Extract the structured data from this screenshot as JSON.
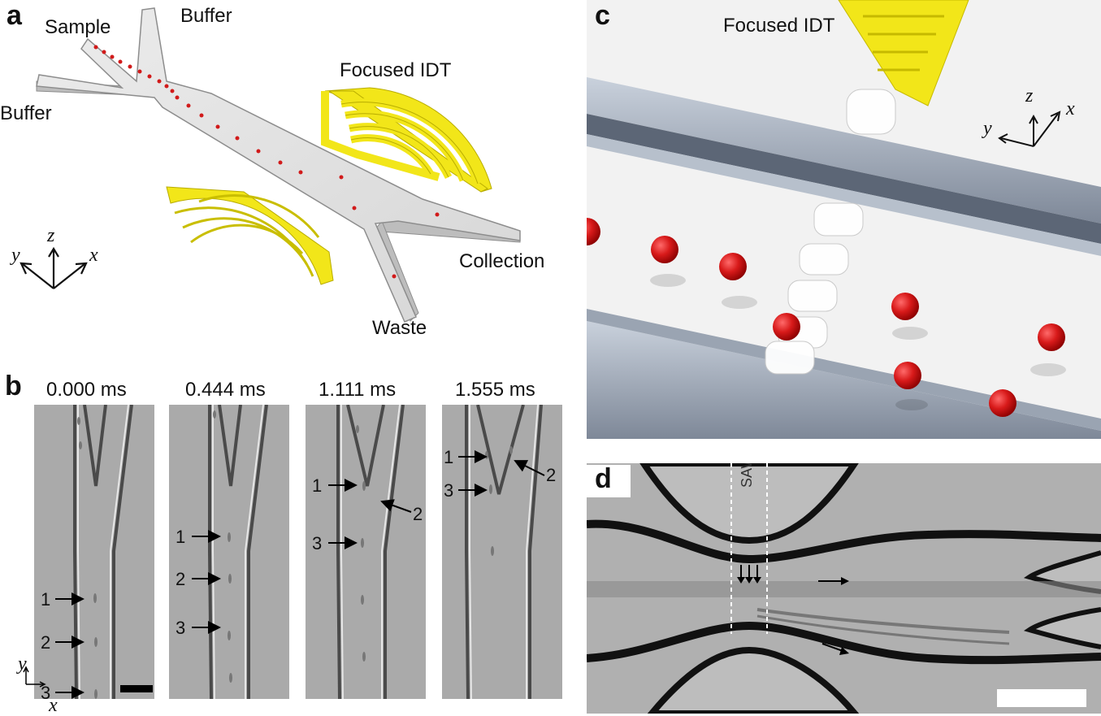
{
  "panels": {
    "a": {
      "letter": "a",
      "labels": {
        "sample": "Sample",
        "buffer_top": "Buffer",
        "buffer_left": "Buffer",
        "focused_idt": "Focused IDT",
        "collection": "Collection",
        "waste": "Waste"
      },
      "axes": {
        "z": "z",
        "y": "y",
        "x": "x"
      }
    },
    "b": {
      "letter": "b",
      "frames": [
        {
          "time": "0.000 ms",
          "markers": [
            {
              "label": "1"
            },
            {
              "label": "2"
            },
            {
              "label": "3"
            }
          ]
        },
        {
          "time": "0.444 ms",
          "markers": [
            {
              "label": "1"
            },
            {
              "label": "2"
            },
            {
              "label": "3"
            }
          ]
        },
        {
          "time": "1.111 ms",
          "markers": [
            {
              "label": "1"
            },
            {
              "label": "2"
            },
            {
              "label": "3"
            }
          ]
        },
        {
          "time": "1.555 ms",
          "markers": [
            {
              "label": "1"
            },
            {
              "label": "2"
            },
            {
              "label": "3"
            }
          ]
        }
      ],
      "axes": {
        "y": "y",
        "x": "x"
      }
    },
    "c": {
      "letter": "c",
      "labels": {
        "focused_idt": "Focused IDT"
      },
      "axes": {
        "z": "z",
        "y": "y",
        "x": "x"
      }
    },
    "d": {
      "letter": "d",
      "labels": {
        "saw": "SAW"
      }
    }
  },
  "colors": {
    "idt_yellow": "#f2e619",
    "particle_red": "#d11a1a",
    "channel_gray": "#dcdcdc",
    "micrograph_gray": "#aaaaaa"
  }
}
